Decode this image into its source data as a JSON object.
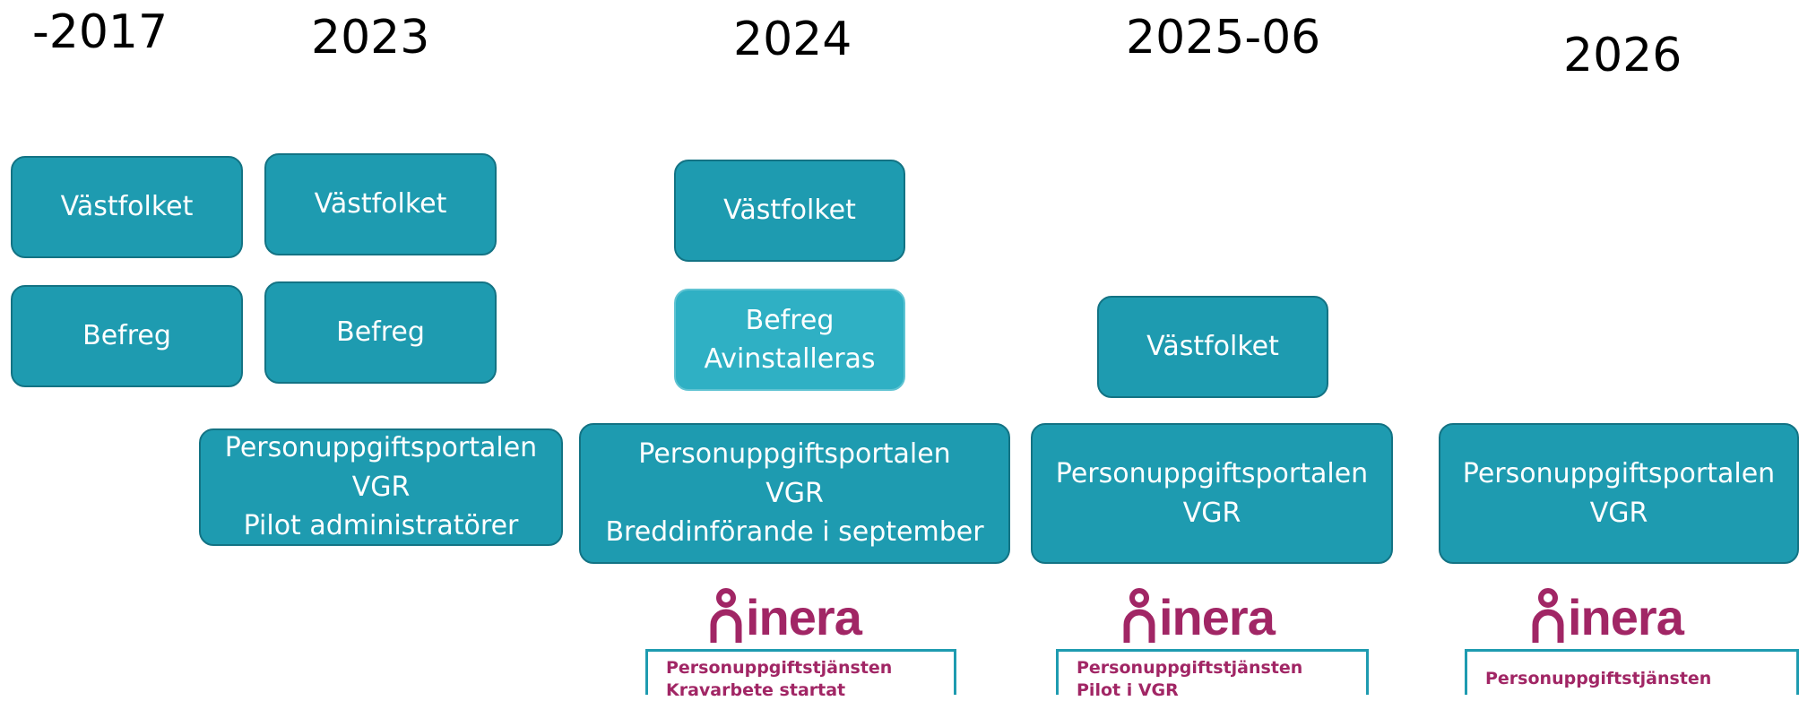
{
  "years": [
    "-2017",
    "2023",
    "2024",
    "2025-06",
    "2026"
  ],
  "columns": [
    {
      "boxes": [
        {
          "lines": [
            "Västfolket"
          ]
        },
        {
          "lines": [
            "Befreg"
          ]
        }
      ]
    },
    {
      "boxes": [
        {
          "lines": [
            "Västfolket"
          ]
        },
        {
          "lines": [
            "Befreg"
          ]
        },
        {
          "lines": [
            "Personuppgiftsportalen",
            "VGR",
            "Pilot administratörer"
          ]
        }
      ]
    },
    {
      "boxes": [
        {
          "lines": [
            "Västfolket"
          ]
        },
        {
          "lines": [
            "Befreg",
            "Avinstalleras"
          ]
        },
        {
          "lines": [
            "Personuppgiftsportalen",
            "VGR",
            "Breddinförande i september"
          ]
        }
      ],
      "inera": {
        "logo": "inera",
        "lines": [
          "Personuppgiftstjänsten",
          "Kravarbete startat"
        ]
      }
    },
    {
      "boxes": [
        {
          "lines": [
            "Västfolket"
          ]
        },
        {
          "lines": [
            "Personuppgiftsportalen",
            "VGR"
          ]
        }
      ],
      "inera": {
        "logo": "inera",
        "lines": [
          "Personuppgiftstjänsten",
          "Pilot i VGR"
        ]
      }
    },
    {
      "boxes": [
        {
          "lines": [
            "Personuppgiftsportalen",
            "VGR"
          ]
        }
      ],
      "inera": {
        "logo": "inera",
        "lines": [
          "Personuppgiftstjänsten"
        ]
      }
    }
  ],
  "colors": {
    "box_fill": "#1e9bb0",
    "box_border": "#137384",
    "box_fill_light": "#2fb0c4",
    "inera_brand": "#a12665"
  }
}
